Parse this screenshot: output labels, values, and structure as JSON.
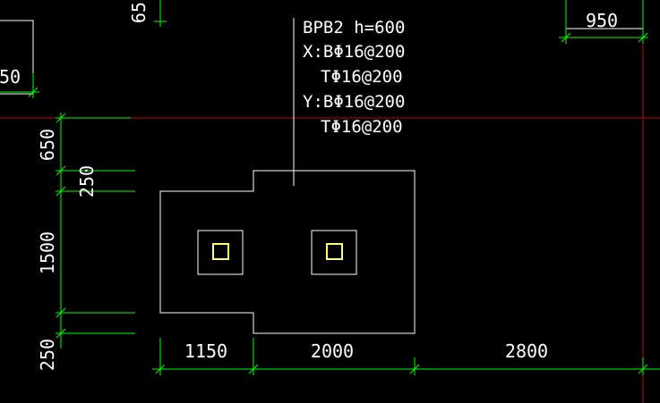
{
  "colors": {
    "background": "#000000",
    "geometry": "#ffffff",
    "dimension": "#00ff00",
    "axis": "#c0001a",
    "column_core": "#ffff66"
  },
  "annotation": {
    "title": "BPB2 h=600",
    "x_label": "X:BΦ16@200",
    "x_top": "TΦ16@200",
    "y_label": "Y:BΦ16@200",
    "y_top": "TΦ16@200"
  },
  "dimensions": {
    "bottom": [
      "1150",
      "2000",
      "2800"
    ],
    "left": [
      "650",
      "250",
      "1500",
      "250"
    ],
    "top_right": "950",
    "left_partial": "50",
    "top_partial": "65"
  },
  "elements": {
    "columns": [
      {
        "name": "column-left"
      },
      {
        "name": "column-right"
      }
    ]
  }
}
